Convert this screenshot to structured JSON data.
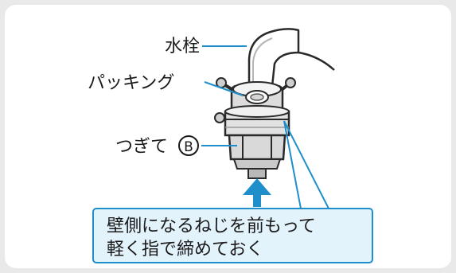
{
  "labels": {
    "faucet": "水栓",
    "packing": "パッキング",
    "joint": "つぎて",
    "joint_mark": "B"
  },
  "note": {
    "line1": "壁側になるねじを前もって",
    "line2": "軽く指で締めておく"
  },
  "colors": {
    "accent": "#1e8fcb",
    "callout_fill": "#e3f3fc",
    "arrow": "#1e8fcb"
  }
}
